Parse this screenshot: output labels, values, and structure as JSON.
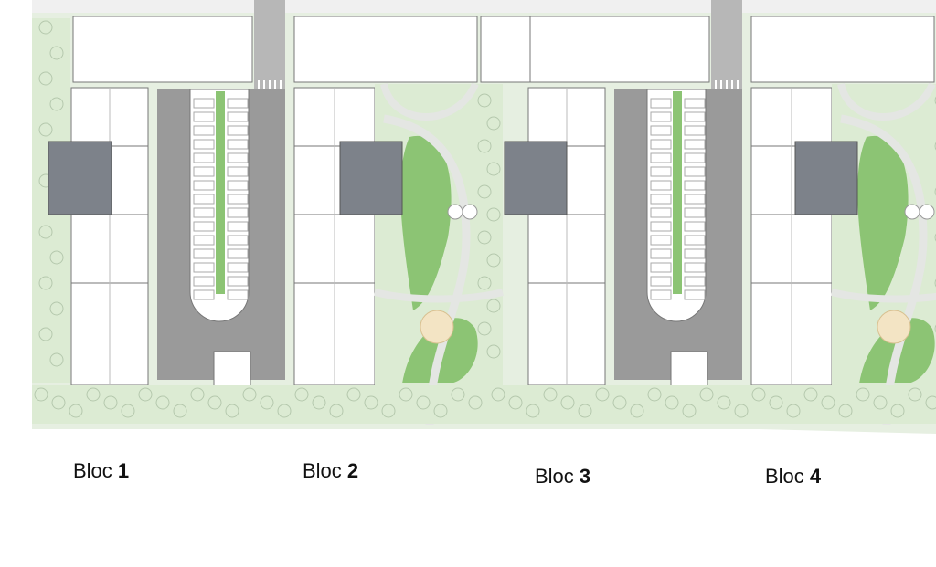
{
  "blocks": [
    {
      "word": "Bloc",
      "number": "1"
    },
    {
      "word": "Bloc",
      "number": "2"
    },
    {
      "word": "Bloc",
      "number": "3"
    },
    {
      "word": "Bloc",
      "number": "4"
    }
  ],
  "colors": {
    "ground": "#e6efe1",
    "lawn": "#dcebd3",
    "park_green": "#8cc474",
    "path": "#e4e6e3",
    "paving": "#9a9a9a",
    "highlight": "#7d828a",
    "building": "#ffffff",
    "line": "#777777"
  }
}
